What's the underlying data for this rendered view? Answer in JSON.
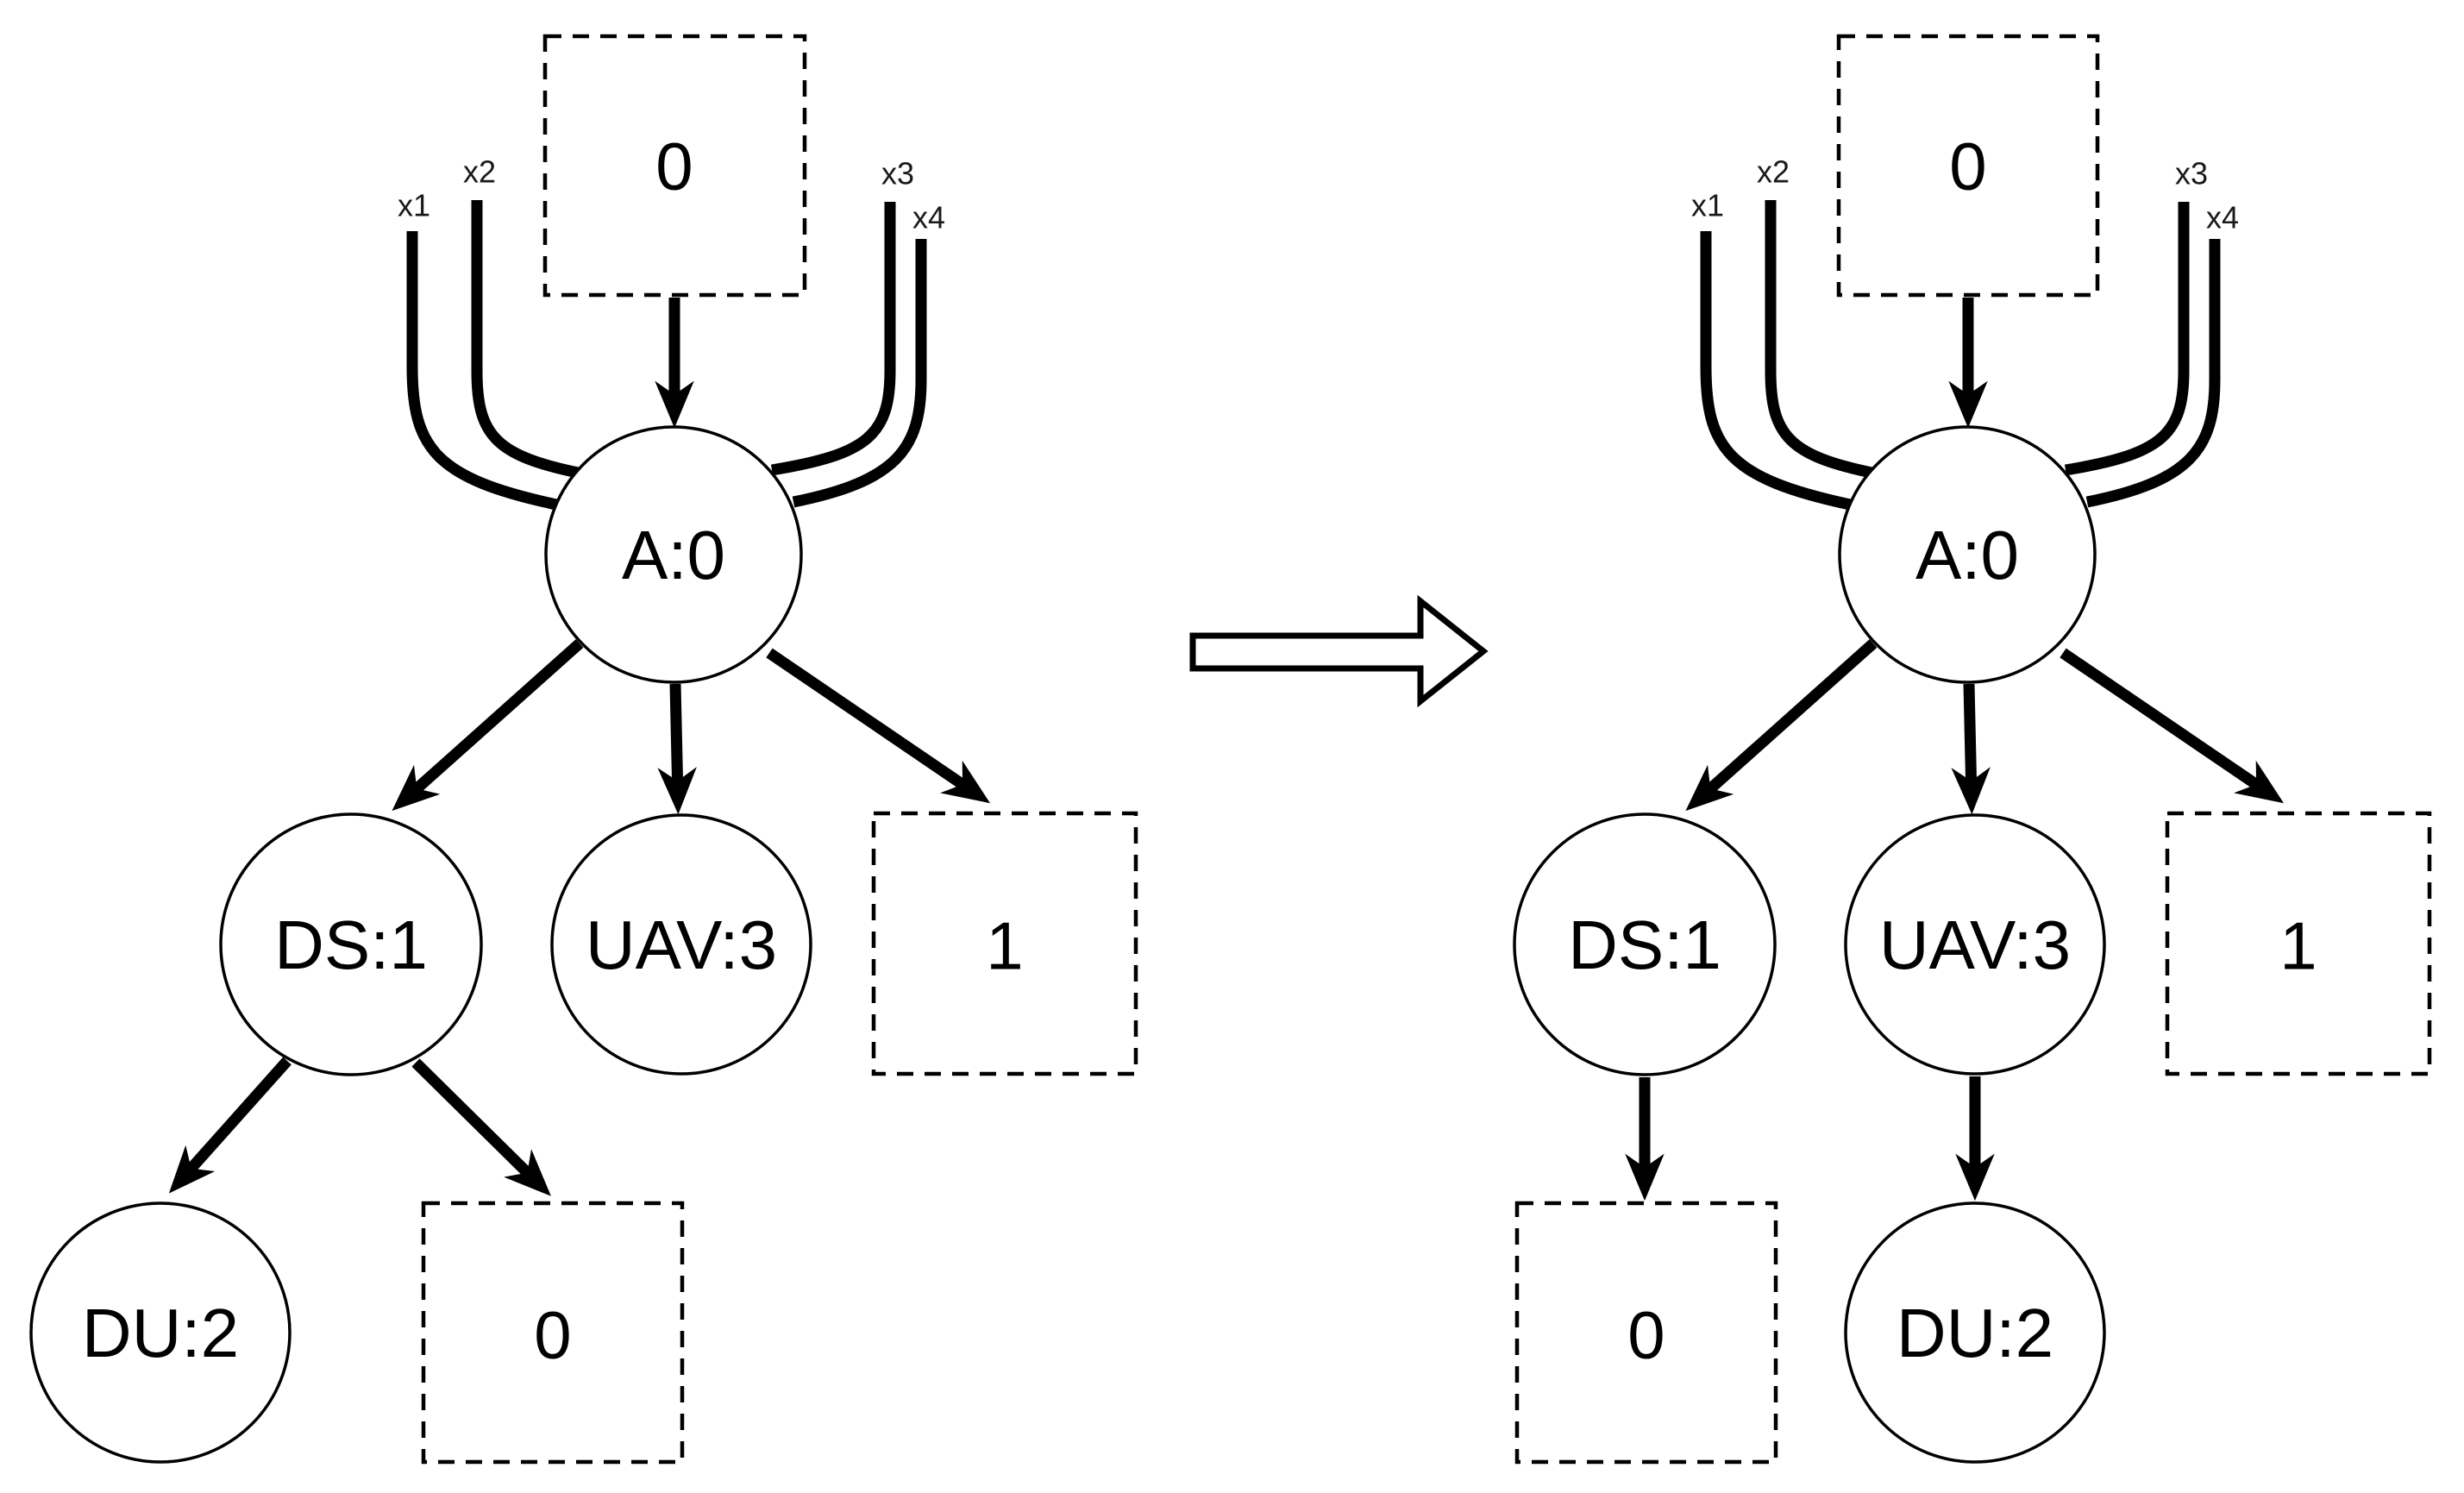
{
  "colors": {
    "ink": "#000000",
    "background": "#ffffff"
  },
  "left_tree": {
    "inputs": {
      "x1": "x1",
      "x2": "x2",
      "x3": "x3",
      "x4": "x4"
    },
    "nodes": {
      "root_slot": "0",
      "aggregator": "A:0",
      "ds": "DS:1",
      "uav": "UAV:3",
      "slot_one": "1",
      "du": "DU:2",
      "slot_zero": "0"
    }
  },
  "right_tree": {
    "inputs": {
      "x1": "x1",
      "x2": "x2",
      "x3": "x3",
      "x4": "x4"
    },
    "nodes": {
      "root_slot": "0",
      "aggregator": "A:0",
      "ds": "DS:1",
      "uav": "UAV:3",
      "slot_one": "1",
      "du": "DU:2",
      "slot_zero": "0"
    }
  }
}
